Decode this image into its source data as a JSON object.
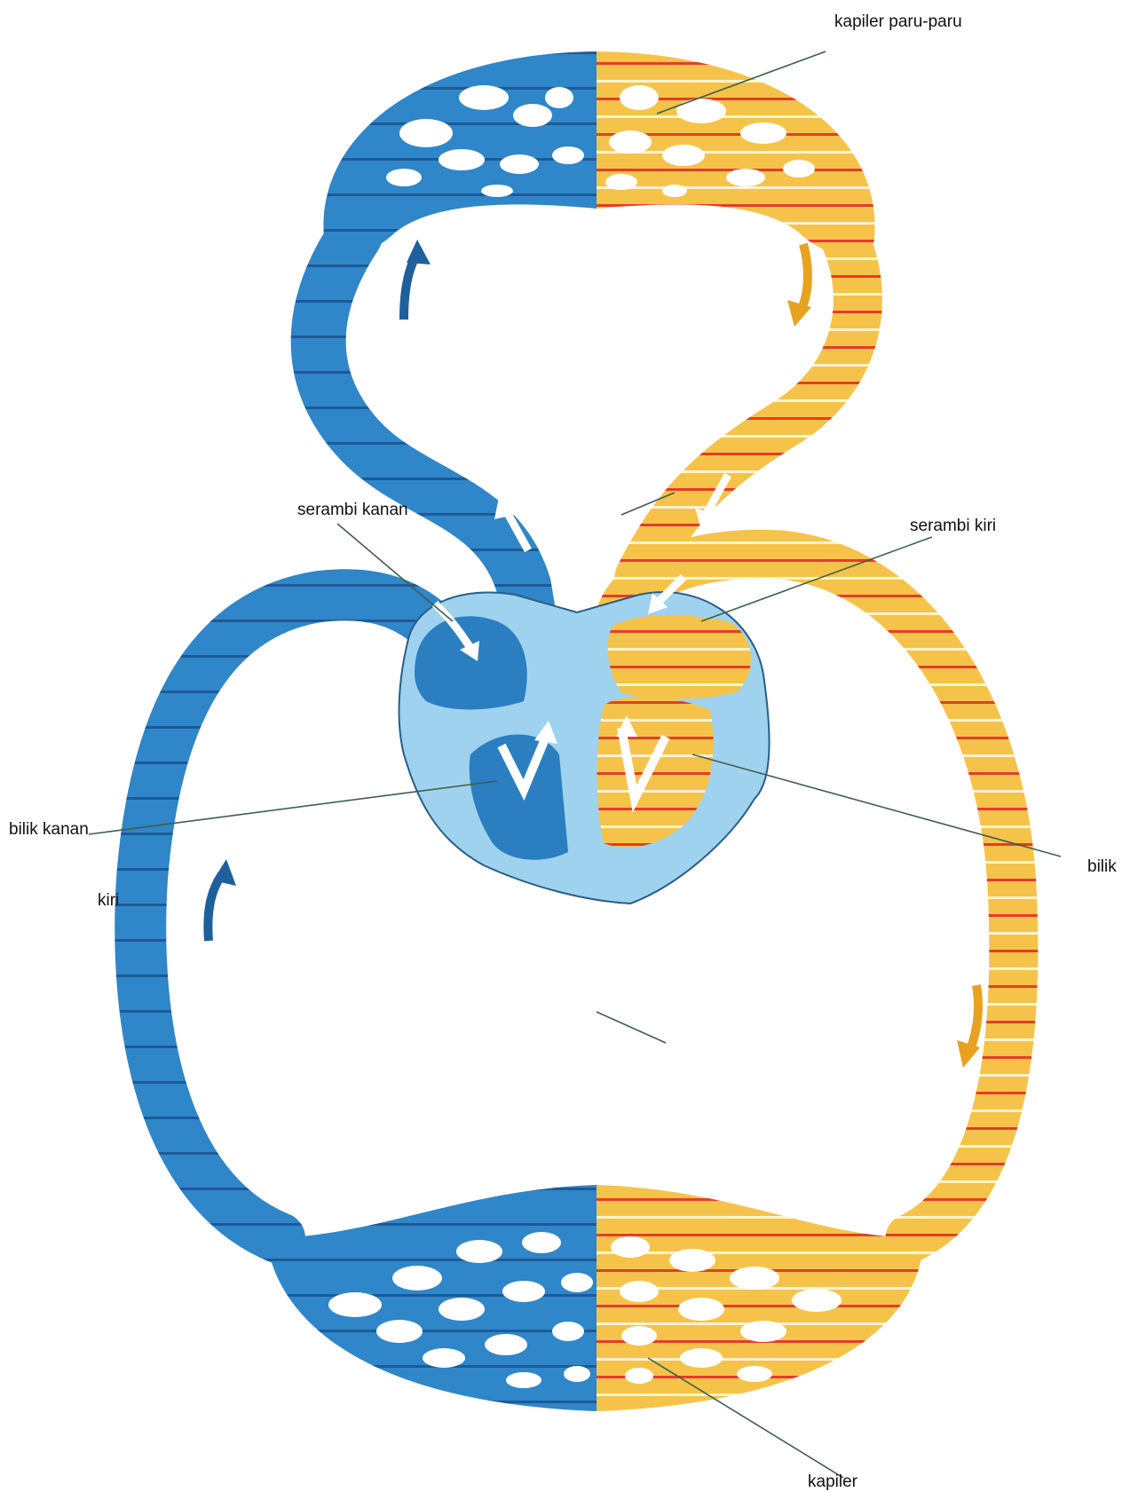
{
  "labels": {
    "kapiler_paru": "kapiler paru-paru",
    "serambi_kanan": "serambi kanan",
    "serambi_kiri": "serambi kiri",
    "bilik_kanan": "bilik kanan",
    "bilik": "bilik",
    "kiri": "kiri",
    "kapiler": "kapiler"
  },
  "colors": {
    "deoxygenated_blood": "#2f86c8",
    "deoxygenated_dark": "#1f5f9c",
    "oxygenated_blood": "#f6c34a",
    "oxygenated_stripe_red": "#e53c2a",
    "heart_wall": "#9ed2ee",
    "flow_arrow": "#ffffff",
    "leader_line": "#3f5f4a"
  }
}
